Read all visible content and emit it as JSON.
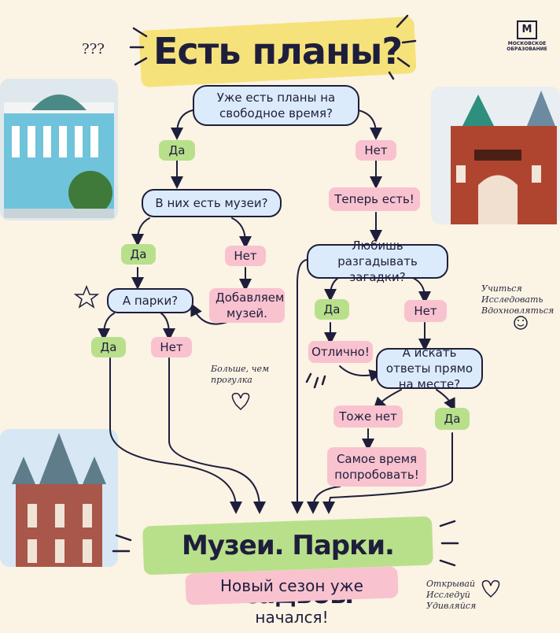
{
  "title": "Есть планы?",
  "logo": {
    "mark": "M",
    "text": "МОСКОВСКОЕ ОБРАЗОВАНИЕ"
  },
  "nodes": {
    "q1": "Уже есть планы на свободное время?",
    "yes1": "Да",
    "no1": "Нет",
    "q2": "В них есть музеи?",
    "now_yes": "Теперь есть!",
    "yes2": "Да",
    "no2": "Нет",
    "q3": "Любишь разгадывать загадки?",
    "q_parks": "А парки?",
    "add_museum": "Добавляем музей.",
    "yes3": "Да",
    "no3": "Нет",
    "yes4": "Да",
    "no4": "Нет",
    "great": "Отлично!",
    "q4": "А искать ответы прямо на месте?",
    "also_no": "Тоже нет",
    "yes5": "Да",
    "try_it": "Самое время попробовать!"
  },
  "notes": {
    "qmarks": "???",
    "learn": "Учиться Исследовать Вдохновляться",
    "more": "Больше, чем прогулка",
    "open": "Открывай Исследуй Удивляйся"
  },
  "bottom": {
    "title": "Музеи. Парки. Усадьбы",
    "subtitle": "Новый сезон уже начался!"
  }
}
